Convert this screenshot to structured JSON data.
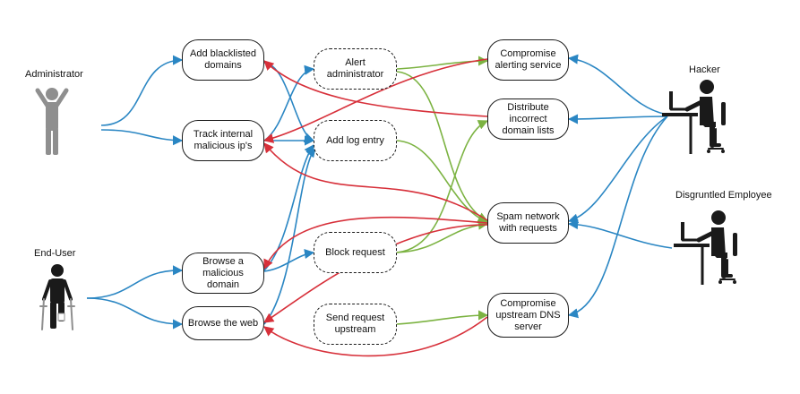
{
  "colors": {
    "blue": "#2a86c3",
    "red": "#d7303a",
    "green": "#7cb342",
    "figure_gray": "#8f8f8f",
    "figure_black": "#1a1a1a"
  },
  "actors": {
    "administrator": "Administrator",
    "end_user": "End-User",
    "hacker": "Hacker",
    "disgruntled_employee": "Disgruntled Employee"
  },
  "use_cases": {
    "add_blacklisted_domains": "Add blacklisted\ndomains",
    "track_internal_ips": "Track internal\nmalicious ip's",
    "browse_malicious_domain": "Browse a\nmalicious domain",
    "browse_web": "Browse the web"
  },
  "system_actions": {
    "alert_administrator": "Alert administrator",
    "add_log_entry": "Add log entry",
    "block_request": "Block request",
    "send_request_upstream": "Send request\nupstream"
  },
  "threats": {
    "compromise_alerting": "Compromise\nalerting service",
    "distribute_incorrect_lists": "Distribute incorrect\ndomain lists",
    "spam_network": "Spam network\nwith requests",
    "compromise_dns": "Compromise\nupstream DNS\nserver"
  }
}
